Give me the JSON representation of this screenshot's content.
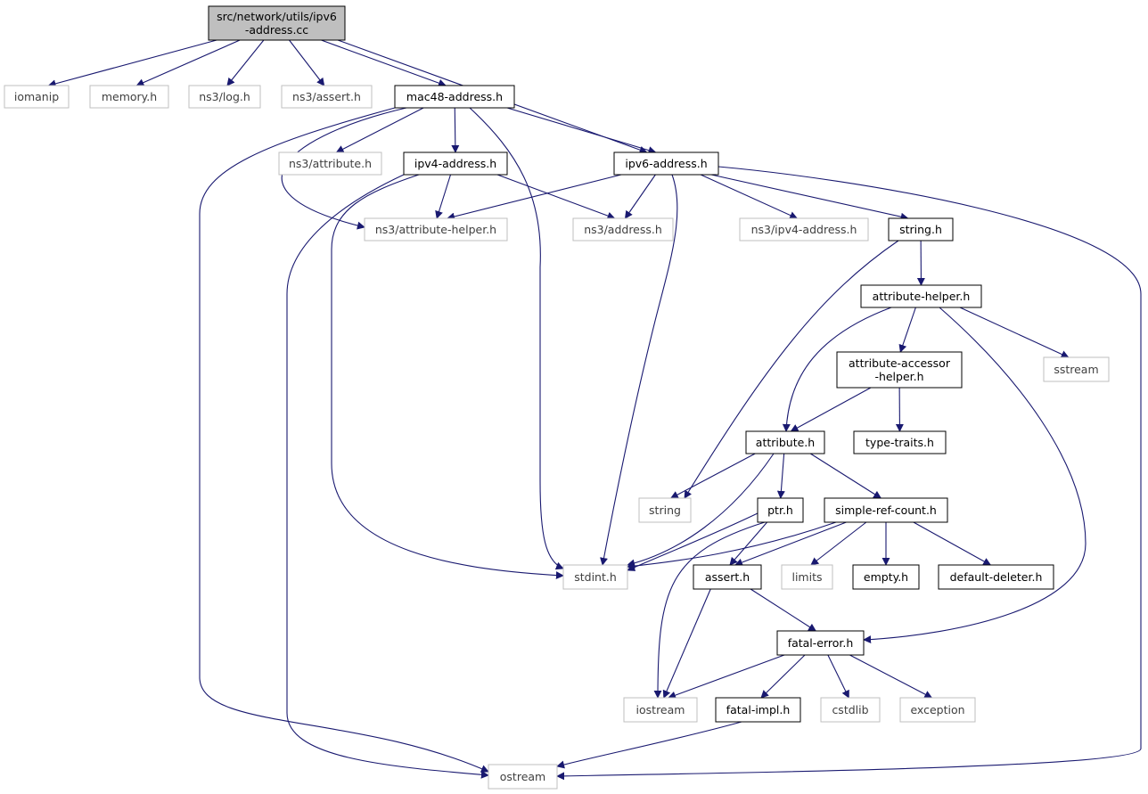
{
  "colors": {
    "edge": "#191970",
    "root_fill": "#bfbfbf",
    "node_border_local": "#000000",
    "node_border_external": "#bfbfbf",
    "external_text": "#404040",
    "local_text": "#000000"
  },
  "nodes": {
    "root": {
      "lines": [
        "src/network/utils/ipv6",
        "-address.cc"
      ],
      "kind": "root"
    },
    "iomanip": {
      "lines": [
        "iomanip"
      ],
      "kind": "external"
    },
    "memory_h": {
      "lines": [
        "memory.h"
      ],
      "kind": "external"
    },
    "ns3_log_h": {
      "lines": [
        "ns3/log.h"
      ],
      "kind": "external"
    },
    "ns3_assert_h": {
      "lines": [
        "ns3/assert.h"
      ],
      "kind": "external"
    },
    "mac48_address_h": {
      "lines": [
        "mac48-address.h"
      ],
      "kind": "local"
    },
    "ns3_attribute_h": {
      "lines": [
        "ns3/attribute.h"
      ],
      "kind": "external"
    },
    "ipv4_address_h": {
      "lines": [
        "ipv4-address.h"
      ],
      "kind": "local"
    },
    "ipv6_address_h": {
      "lines": [
        "ipv6-address.h"
      ],
      "kind": "local"
    },
    "ns3_attribute_helper_h": {
      "lines": [
        "ns3/attribute-helper.h"
      ],
      "kind": "external"
    },
    "ns3_address_h": {
      "lines": [
        "ns3/address.h"
      ],
      "kind": "external"
    },
    "ns3_ipv4_address_h": {
      "lines": [
        "ns3/ipv4-address.h"
      ],
      "kind": "external"
    },
    "string_h": {
      "lines": [
        "string.h"
      ],
      "kind": "local"
    },
    "attribute_helper_h": {
      "lines": [
        "attribute-helper.h"
      ],
      "kind": "local"
    },
    "sstream": {
      "lines": [
        "sstream"
      ],
      "kind": "external"
    },
    "attribute_accessor_helper_h": {
      "lines": [
        "attribute-accessor",
        "-helper.h"
      ],
      "kind": "local"
    },
    "attribute_h": {
      "lines": [
        "attribute.h"
      ],
      "kind": "local"
    },
    "type_traits_h": {
      "lines": [
        "type-traits.h"
      ],
      "kind": "local"
    },
    "string": {
      "lines": [
        "string"
      ],
      "kind": "external"
    },
    "ptr_h": {
      "lines": [
        "ptr.h"
      ],
      "kind": "local"
    },
    "simple_ref_count_h": {
      "lines": [
        "simple-ref-count.h"
      ],
      "kind": "local"
    },
    "stdint_h": {
      "lines": [
        "stdint.h"
      ],
      "kind": "external"
    },
    "assert_h": {
      "lines": [
        "assert.h"
      ],
      "kind": "local"
    },
    "limits": {
      "lines": [
        "limits"
      ],
      "kind": "external"
    },
    "empty_h": {
      "lines": [
        "empty.h"
      ],
      "kind": "local"
    },
    "default_deleter_h": {
      "lines": [
        "default-deleter.h"
      ],
      "kind": "local"
    },
    "fatal_error_h": {
      "lines": [
        "fatal-error.h"
      ],
      "kind": "local"
    },
    "iostream": {
      "lines": [
        "iostream"
      ],
      "kind": "external"
    },
    "fatal_impl_h": {
      "lines": [
        "fatal-impl.h"
      ],
      "kind": "local"
    },
    "cstdlib": {
      "lines": [
        "cstdlib"
      ],
      "kind": "external"
    },
    "exception": {
      "lines": [
        "exception"
      ],
      "kind": "external"
    },
    "ostream": {
      "lines": [
        "ostream"
      ],
      "kind": "external"
    }
  },
  "edges": [
    [
      "root",
      "iomanip"
    ],
    [
      "root",
      "memory_h"
    ],
    [
      "root",
      "ns3_log_h"
    ],
    [
      "root",
      "ns3_assert_h"
    ],
    [
      "root",
      "mac48_address_h"
    ],
    [
      "root",
      "ipv6_address_h"
    ],
    [
      "mac48_address_h",
      "ns3_attribute_h"
    ],
    [
      "mac48_address_h",
      "ipv4_address_h"
    ],
    [
      "mac48_address_h",
      "ipv6_address_h"
    ],
    [
      "mac48_address_h",
      "ns3_attribute_helper_h"
    ],
    [
      "mac48_address_h",
      "stdint_h"
    ],
    [
      "mac48_address_h",
      "ostream"
    ],
    [
      "ipv4_address_h",
      "ns3_attribute_helper_h"
    ],
    [
      "ipv4_address_h",
      "ns3_address_h"
    ],
    [
      "ipv4_address_h",
      "stdint_h"
    ],
    [
      "ipv4_address_h",
      "ostream"
    ],
    [
      "ipv6_address_h",
      "ns3_attribute_helper_h"
    ],
    [
      "ipv6_address_h",
      "ns3_address_h"
    ],
    [
      "ipv6_address_h",
      "ns3_ipv4_address_h"
    ],
    [
      "ipv6_address_h",
      "string_h"
    ],
    [
      "ipv6_address_h",
      "stdint_h"
    ],
    [
      "ipv6_address_h",
      "ostream"
    ],
    [
      "string_h",
      "attribute_helper_h"
    ],
    [
      "string_h",
      "string"
    ],
    [
      "attribute_helper_h",
      "attribute_accessor_helper_h"
    ],
    [
      "attribute_helper_h",
      "attribute_h"
    ],
    [
      "attribute_helper_h",
      "sstream"
    ],
    [
      "attribute_helper_h",
      "fatal_error_h"
    ],
    [
      "attribute_accessor_helper_h",
      "attribute_h"
    ],
    [
      "attribute_accessor_helper_h",
      "type_traits_h"
    ],
    [
      "attribute_h",
      "string"
    ],
    [
      "attribute_h",
      "ptr_h"
    ],
    [
      "attribute_h",
      "simple_ref_count_h"
    ],
    [
      "attribute_h",
      "stdint_h"
    ],
    [
      "ptr_h",
      "stdint_h"
    ],
    [
      "ptr_h",
      "assert_h"
    ],
    [
      "ptr_h",
      "iostream"
    ],
    [
      "simple_ref_count_h",
      "stdint_h"
    ],
    [
      "simple_ref_count_h",
      "assert_h"
    ],
    [
      "simple_ref_count_h",
      "limits"
    ],
    [
      "simple_ref_count_h",
      "empty_h"
    ],
    [
      "simple_ref_count_h",
      "default_deleter_h"
    ],
    [
      "assert_h",
      "fatal_error_h"
    ],
    [
      "assert_h",
      "iostream"
    ],
    [
      "fatal_error_h",
      "iostream"
    ],
    [
      "fatal_error_h",
      "fatal_impl_h"
    ],
    [
      "fatal_error_h",
      "cstdlib"
    ],
    [
      "fatal_error_h",
      "exception"
    ],
    [
      "fatal_impl_h",
      "ostream"
    ]
  ]
}
